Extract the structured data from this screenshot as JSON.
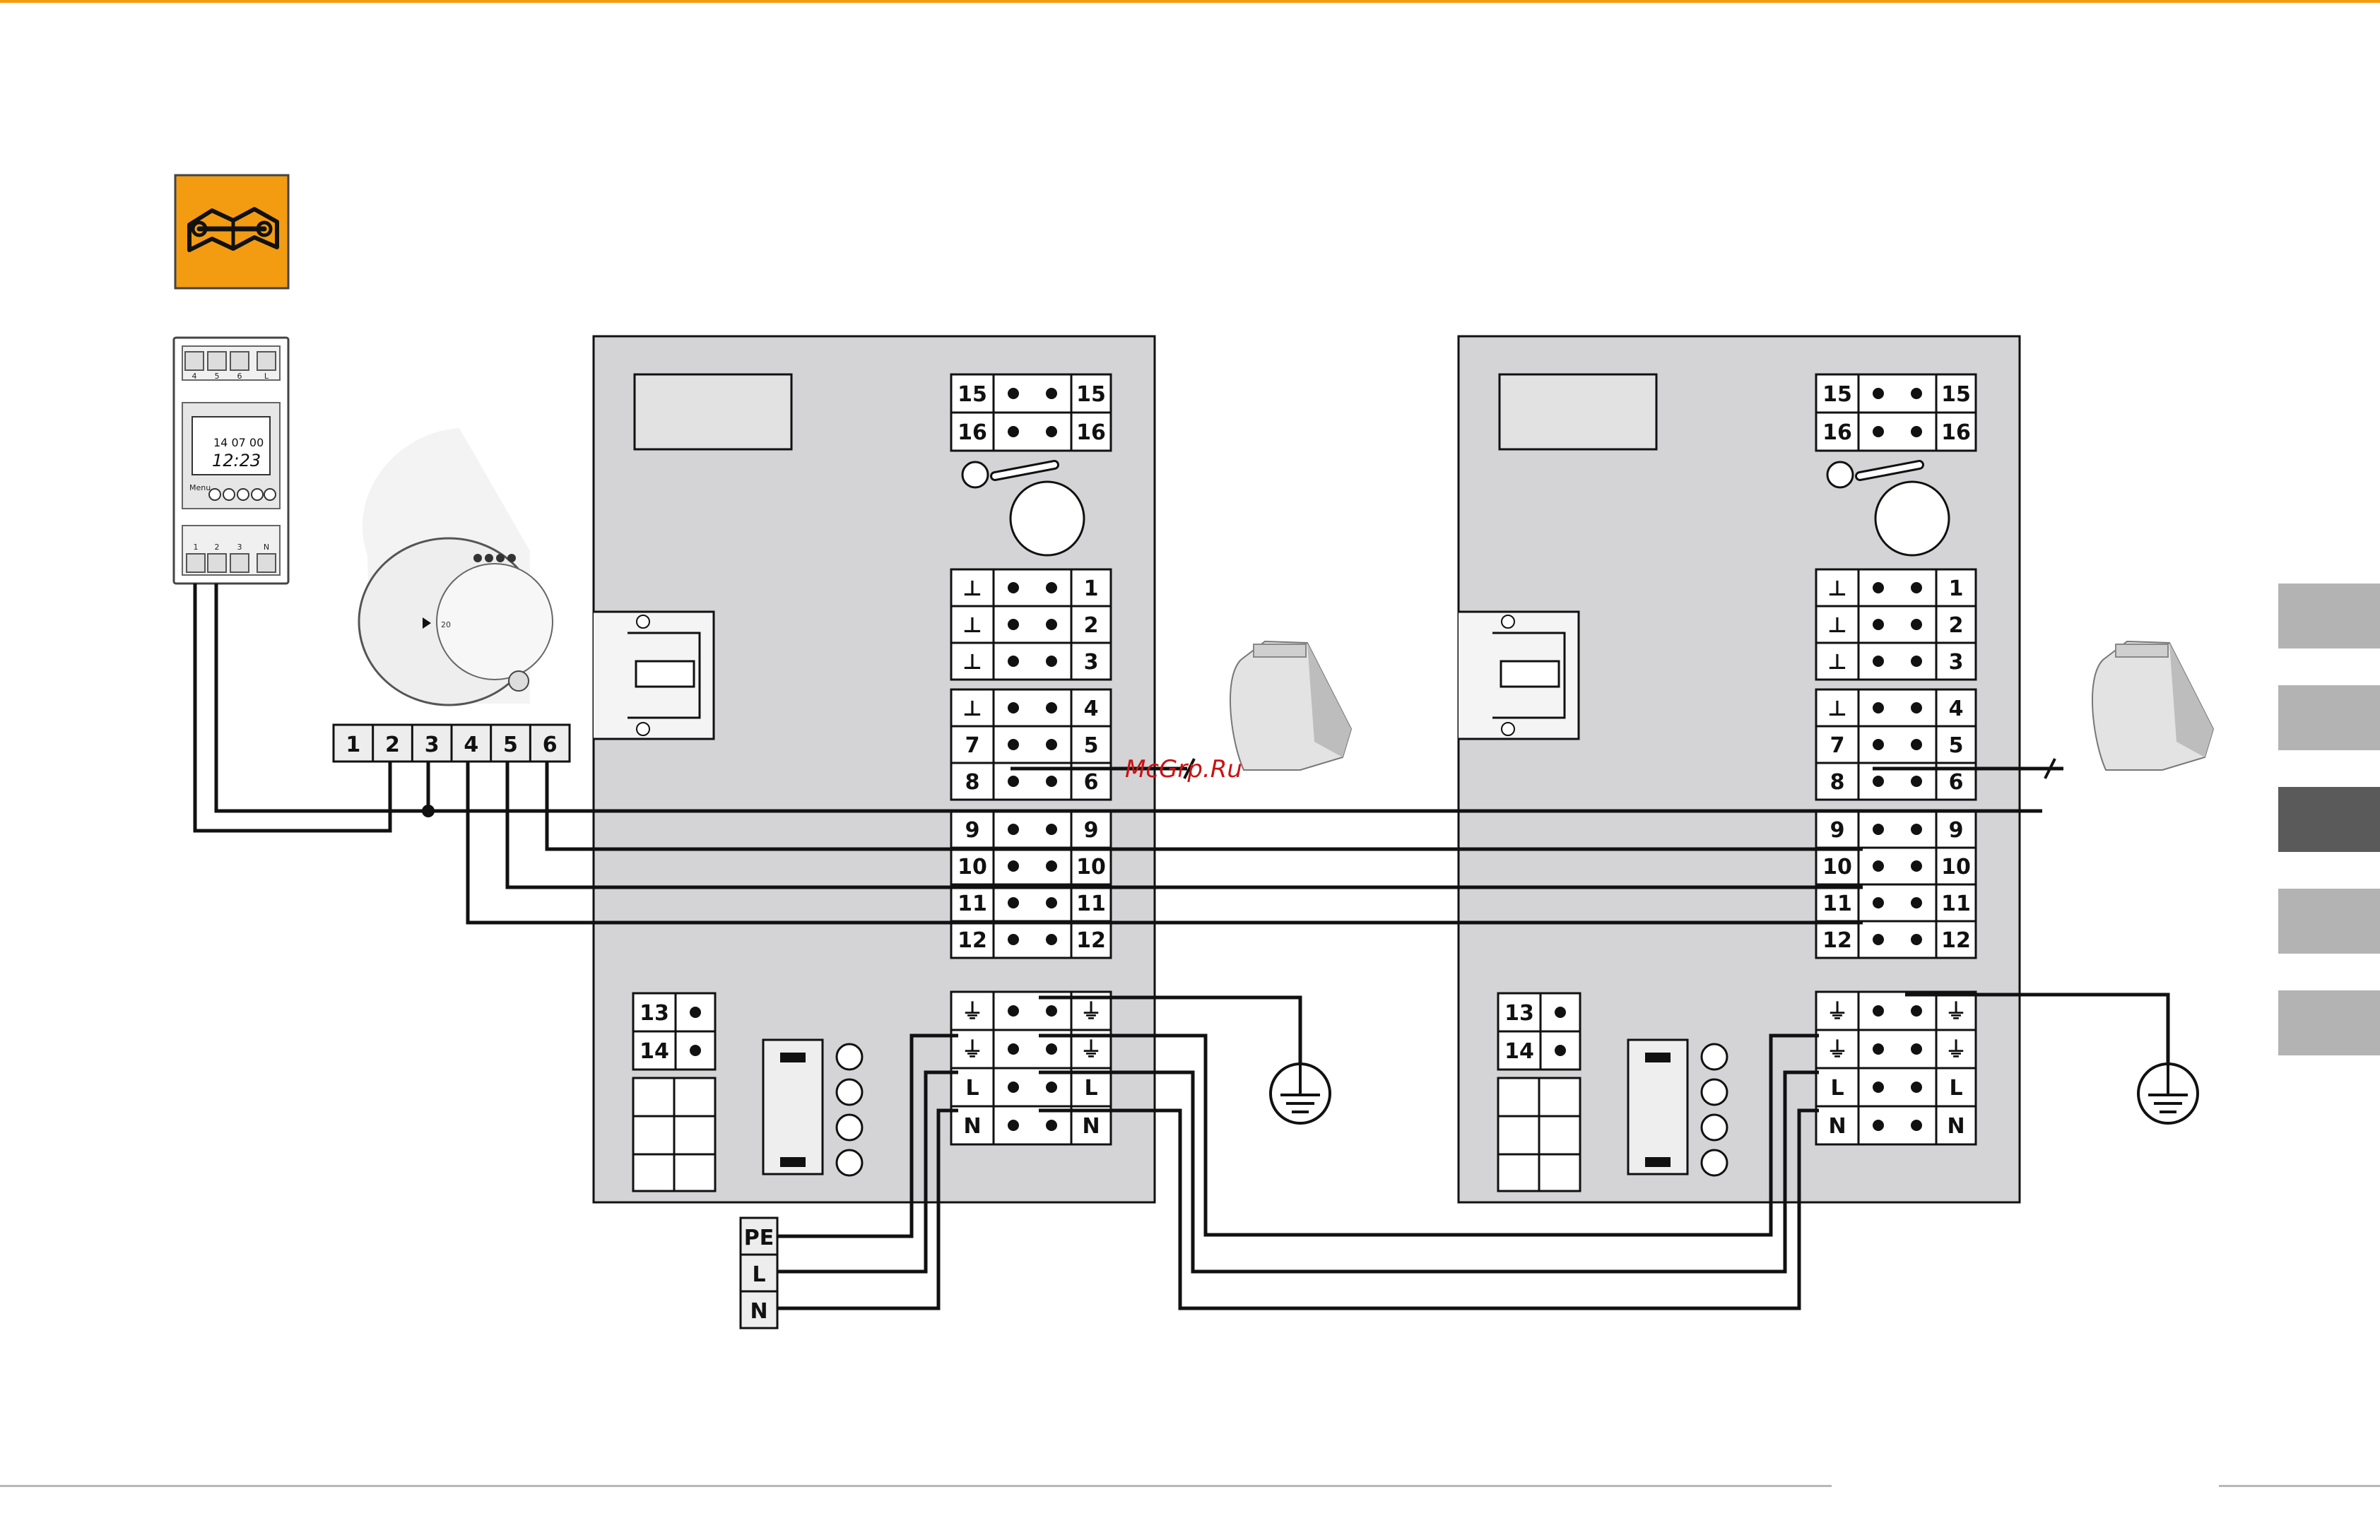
{
  "colors": {
    "accent": "#f39c12",
    "panel": "#d4d4d6",
    "line": "#111111",
    "tab_light": "#b3b3b3",
    "tab_dark": "#5a5a5a",
    "watermark": "#cc1111"
  },
  "icons": {
    "manual": "service-manual-wrench-book-icon",
    "earth": "earth-ground-icon",
    "actuator": "thermal-actuator-icon",
    "thermostat": "room-thermostat-icon",
    "timer": "digital-timer-icon"
  },
  "timer": {
    "display_time": "12:23",
    "display_date": "14 07 00",
    "menu_label": "Menu",
    "top_terminals": [
      "4",
      "5",
      "6",
      "L"
    ],
    "bottom_terminals": [
      "1",
      "2",
      "3",
      "N"
    ]
  },
  "thermostat": {
    "dial_mark": "20"
  },
  "wiring_block": {
    "terminals": [
      "1",
      "2",
      "3",
      "4",
      "5",
      "6"
    ]
  },
  "controller": {
    "rows_top": [
      {
        "left": "15",
        "right": "15"
      },
      {
        "left": "16",
        "right": "16"
      }
    ],
    "rows_mid": [
      {
        "left": "⊥",
        "right": "1"
      },
      {
        "left": "⊥",
        "right": "2"
      },
      {
        "left": "⊥",
        "right": "3"
      },
      {
        "left": "⊥",
        "right": "4"
      },
      {
        "left": "7",
        "right": "5"
      },
      {
        "left": "8",
        "right": "6"
      },
      {
        "left": "9",
        "right": "9"
      },
      {
        "left": "10",
        "right": "10"
      },
      {
        "left": "11",
        "right": "11"
      },
      {
        "left": "12",
        "right": "12"
      }
    ],
    "aux_rows": [
      "13",
      "14"
    ],
    "power_rows": [
      {
        "left": "⏚",
        "right": "⏚"
      },
      {
        "left": "⏚",
        "right": "⏚"
      },
      {
        "left": "L",
        "right": "L"
      },
      {
        "left": "N",
        "right": "N"
      }
    ]
  },
  "supply": {
    "labels": [
      "PE",
      "L",
      "N"
    ]
  },
  "watermark": "McGrp.Ru",
  "side_tabs": [
    {
      "state": "inactive"
    },
    {
      "state": "inactive"
    },
    {
      "state": "active"
    },
    {
      "state": "inactive"
    },
    {
      "state": "inactive"
    }
  ]
}
